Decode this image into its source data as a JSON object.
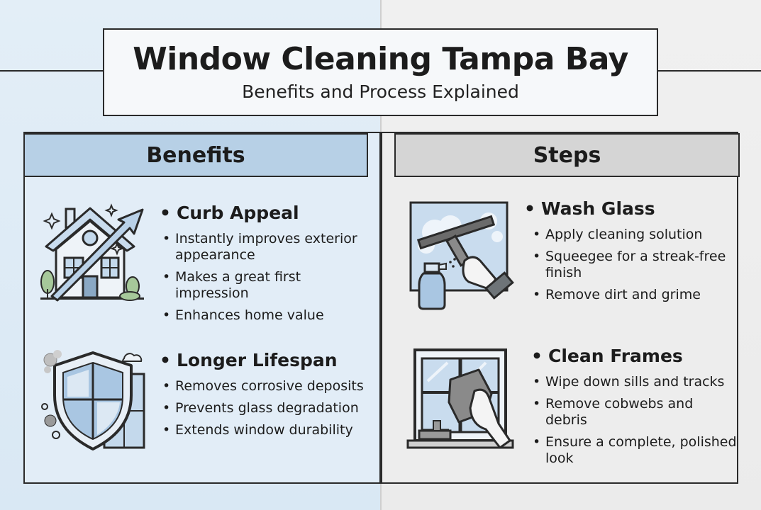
{
  "header": {
    "title": "Window Cleaning Tampa Bay",
    "subtitle": "Benefits and Process Explained"
  },
  "benefits": {
    "heading": "Benefits",
    "sections": [
      {
        "title": "Curb Appeal",
        "icon": "house-arrow-icon",
        "items": [
          "Instantly improves exterior appearance",
          "Makes a great first impression",
          "Enhances home value"
        ]
      },
      {
        "title": "Longer Lifespan",
        "icon": "shield-window-icon",
        "items": [
          "Removes corrosive deposits",
          "Prevents glass degradation",
          "Extends window durability"
        ]
      }
    ]
  },
  "steps": {
    "heading": "Steps",
    "sections": [
      {
        "title": "Wash Glass",
        "icon": "squeegee-spray-icon",
        "items": [
          "Apply cleaning solution",
          "Squeegee for a streak-free finish",
          "Remove dirt and grime"
        ]
      },
      {
        "title": "Clean Frames",
        "icon": "cloth-frame-icon",
        "items": [
          "Wipe down sills and tracks",
          "Remove cobwebs and debris",
          "Ensure a complete, polished look"
        ]
      }
    ]
  },
  "colors": {
    "left_background": "#e2edf7",
    "right_background": "#ededed",
    "benefits_header": "#b7d0e6",
    "steps_header": "#d5d5d5",
    "outline": "#2a2a2a"
  }
}
